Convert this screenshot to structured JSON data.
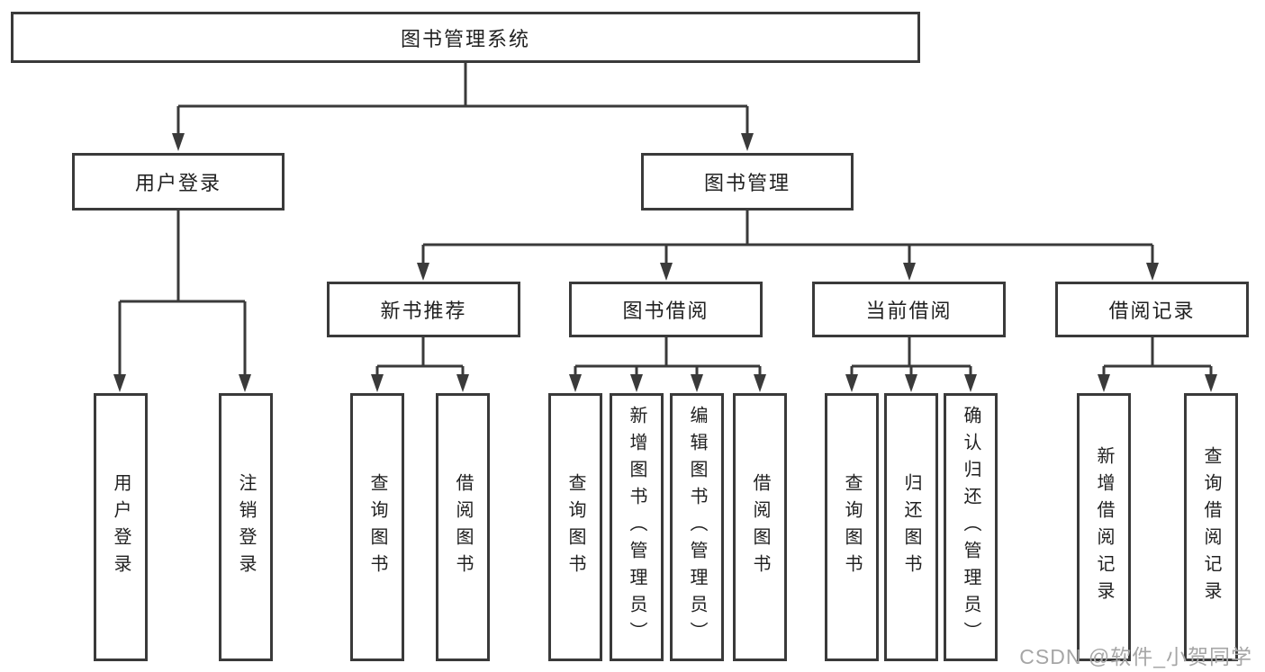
{
  "diagram": {
    "root": {
      "label": "图书管理系统"
    },
    "branches": [
      {
        "label": "用户登录",
        "children": [
          {
            "label": "用户登录"
          },
          {
            "label": "注销登录"
          }
        ]
      },
      {
        "label": "图书管理",
        "children": [
          {
            "label": "新书推荐",
            "children": [
              {
                "label": "查询图书"
              },
              {
                "label": "借阅图书"
              }
            ]
          },
          {
            "label": "图书借阅",
            "children": [
              {
                "label": "查询图书"
              },
              {
                "label": "新增图书（管理员）"
              },
              {
                "label": "编辑图书（管理员）"
              },
              {
                "label": "借阅图书"
              }
            ]
          },
          {
            "label": "当前借阅",
            "children": [
              {
                "label": "查询图书"
              },
              {
                "label": "归还图书"
              },
              {
                "label": "确认归还（管理员）"
              }
            ]
          },
          {
            "label": "借阅记录",
            "children": [
              {
                "label": "新增借阅记录"
              },
              {
                "label": "查询借阅记录"
              }
            ]
          }
        ]
      }
    ]
  },
  "watermark": {
    "text": "CSDN @软件_小贺同学"
  },
  "colors": {
    "line": "#3a3a3a",
    "text": "#212121",
    "background": "#ffffff",
    "watermark": "#a6a6a6"
  }
}
